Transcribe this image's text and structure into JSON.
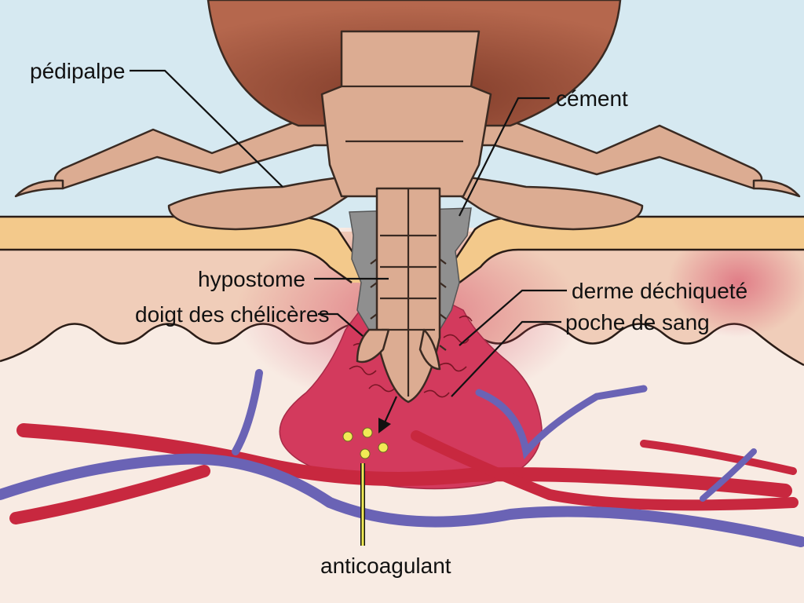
{
  "labels": {
    "pedipalpe": "pédipalpe",
    "cement": "cément",
    "hypostome": "hypostome",
    "chelicera_finger": "doigt des chélicères",
    "torn_dermis": "derme déchiqueté",
    "blood_pool": "poche de sang",
    "anticoagulant": "anticoagulant"
  },
  "colors": {
    "air": "#d6e9f1",
    "tick_body": "#a6553d",
    "tick_body_dark": "#7e3a28",
    "tick_parts": "#dcac92",
    "tick_outline": "#3a2a22",
    "stratum_corneum": "#f3c98b",
    "epidermis": "#f0cdb9",
    "dermis": "#f8ebe3",
    "blood_pool": "#d33a5d",
    "cement": "#8f8f8f",
    "artery": "#c8283f",
    "vein": "#6a63b5",
    "anticoagulant_dot": "#f1ea55"
  }
}
